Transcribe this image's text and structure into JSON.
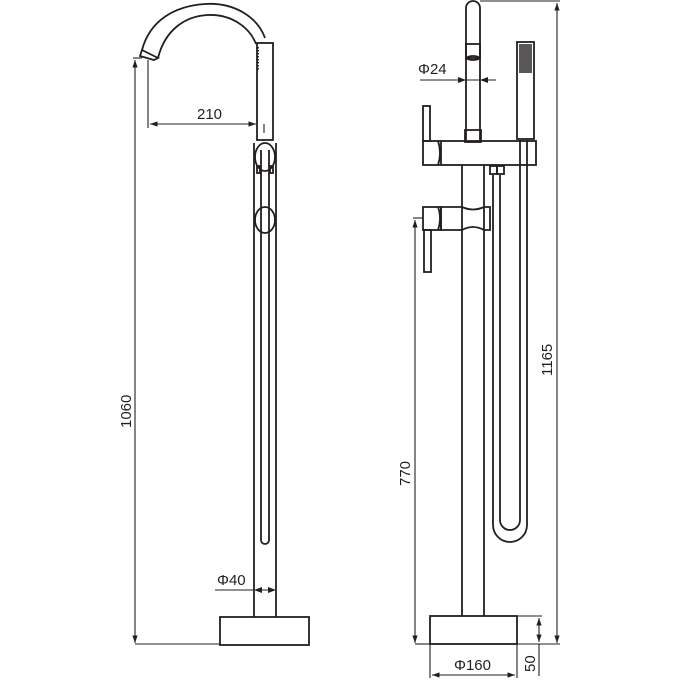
{
  "drawing": {
    "title": "Freestanding bath mixer technical drawing",
    "line_color": "#231f20",
    "background": "#ffffff"
  },
  "side_view": {
    "dimensions": {
      "spout_reach": "210",
      "total_height": "1060",
      "pipe_diameter": "Φ40"
    }
  },
  "front_view": {
    "dimensions": {
      "spout_diameter": "Φ24",
      "handle_height": "770",
      "total_height": "1165",
      "base_diameter": "Φ160",
      "base_height": "50"
    }
  }
}
